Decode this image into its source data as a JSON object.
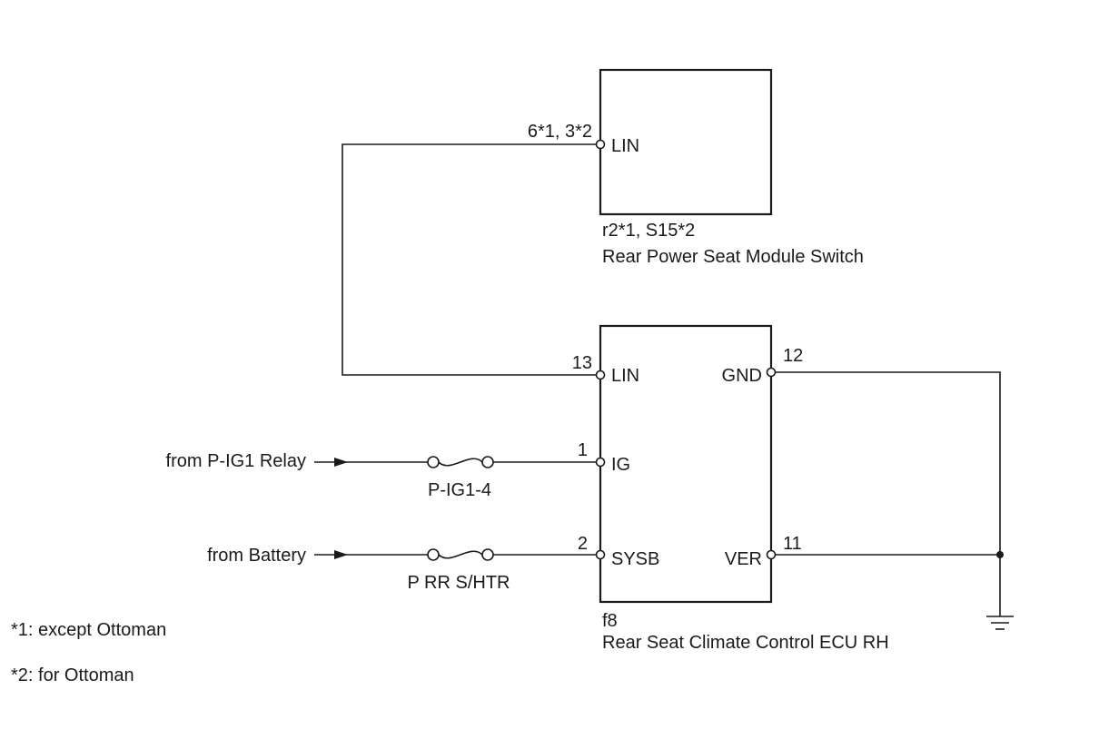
{
  "switch_module": {
    "connector": "r2*1, S15*2",
    "name": "Rear Power Seat Module Switch",
    "pin_label": "LIN",
    "pin_number": "6*1, 3*2"
  },
  "ecu": {
    "connector": "f8",
    "name": "Rear Seat Climate Control ECU RH",
    "pins": {
      "lin": {
        "label": "LIN",
        "number": "13"
      },
      "ig": {
        "label": "IG",
        "number": "1"
      },
      "sysb": {
        "label": "SYSB",
        "number": "2"
      },
      "gnd": {
        "label": "GND",
        "number": "12"
      },
      "ver": {
        "label": "VER",
        "number": "11"
      }
    }
  },
  "inputs": {
    "relay": "from P-IG1 Relay",
    "battery": "from Battery"
  },
  "fuses": {
    "ig_fuse": "P-IG1-4",
    "battery_fuse": "P RR S/HTR"
  },
  "notes": {
    "note1": "*1: except Ottoman",
    "note2": "*2: for Ottoman"
  }
}
